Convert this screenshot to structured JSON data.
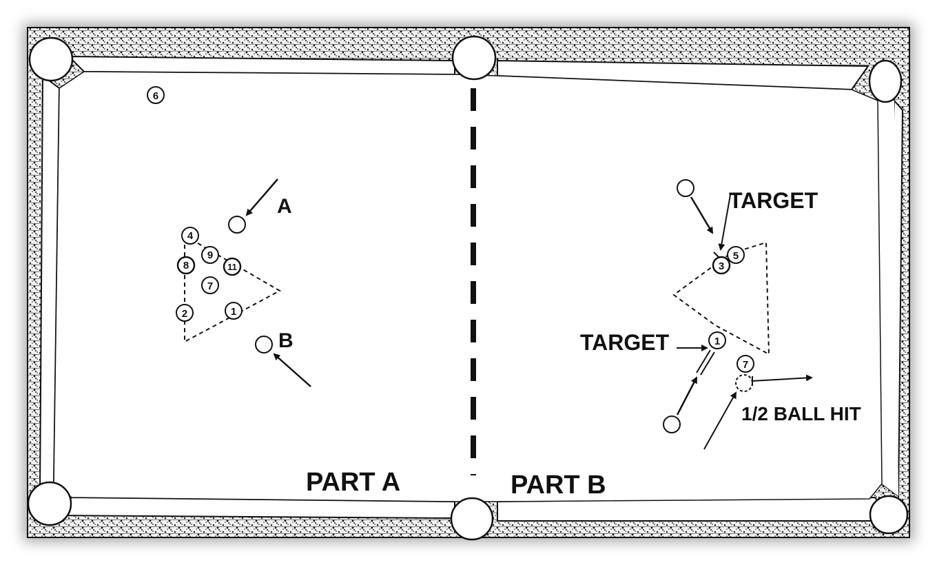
{
  "parts": {
    "part_a": "PART A",
    "part_b": "PART B"
  },
  "part_a": {
    "cue_a_label": "A",
    "cue_b_label": "B",
    "balls": [
      "4",
      "9",
      "8",
      "11",
      "7",
      "2",
      "1"
    ],
    "loose_ball": "6"
  },
  "part_b": {
    "target_top": "TARGET",
    "target_left": "TARGET",
    "half_ball_hit": "1/2 BALL HIT",
    "balls": [
      "3",
      "5",
      "1",
      "7"
    ]
  },
  "colors": {
    "ink": "#111111",
    "cloth": "#ffffff",
    "rail_texture": "#2a2a2a"
  },
  "icons": {
    "pocket": "circle-pocket",
    "ball": "numbered-ball",
    "cue_ball": "cue-ball"
  }
}
